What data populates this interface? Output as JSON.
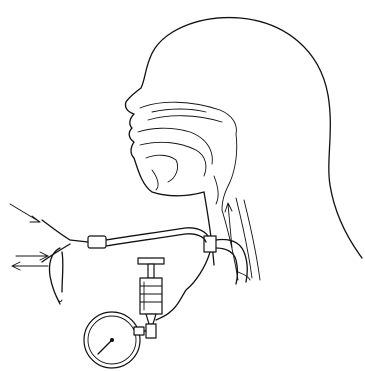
{
  "figure": {
    "labels": [],
    "colors": {
      "ink": "#111111",
      "paper": "#ffffff"
    },
    "parts": [
      "head-profile",
      "nasal-cavity",
      "oral-cavity",
      "pharynx",
      "trachea",
      "endotracheal-tube",
      "cuff-inflation-line",
      "syringe",
      "pressure-manometer",
      "breathing-circuit-y-piece",
      "hand",
      "airflow-arrows"
    ]
  }
}
